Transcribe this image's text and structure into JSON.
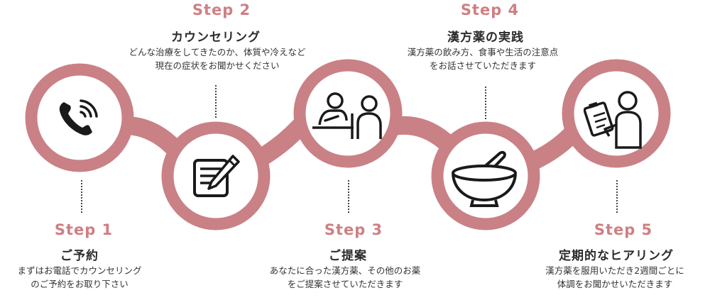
{
  "steps": [
    {
      "step_label": "Step 1",
      "title": "ご予約",
      "desc_lines": [
        "まずはお電話でカウンセリング",
        "のご予約をお取り下さい"
      ],
      "icon": "phone-icon"
    },
    {
      "step_label": "Step 2",
      "title": "カウンセリング",
      "desc_lines": [
        "どんな治療をしてきたのか、体質や冷えなど",
        "現在の症状をお聞かせください"
      ],
      "icon": "notepad-pen-icon"
    },
    {
      "step_label": "Step 3",
      "title": "ご提案",
      "desc_lines": [
        "あなたに合った漢方薬、その他のお薬",
        "をご提案させていただきます"
      ],
      "icon": "consultation-people-icon"
    },
    {
      "step_label": "Step 4",
      "title": "漢方薬の実践",
      "desc_lines": [
        "漢方薬の飲み方、食事や生活の注意点",
        "をお話させていただきます"
      ],
      "icon": "mortar-pestle-icon"
    },
    {
      "step_label": "Step 5",
      "title": "定期的なヒアリング",
      "desc_lines": [
        "漢方薬を服用いただき2週間ごとに",
        "体調をお聞かせいただきます"
      ],
      "icon": "clipboard-person-icon"
    }
  ],
  "colors": {
    "accent": "#c98185",
    "step_text": "#cf7f83",
    "icon": "#1a1a1a"
  }
}
